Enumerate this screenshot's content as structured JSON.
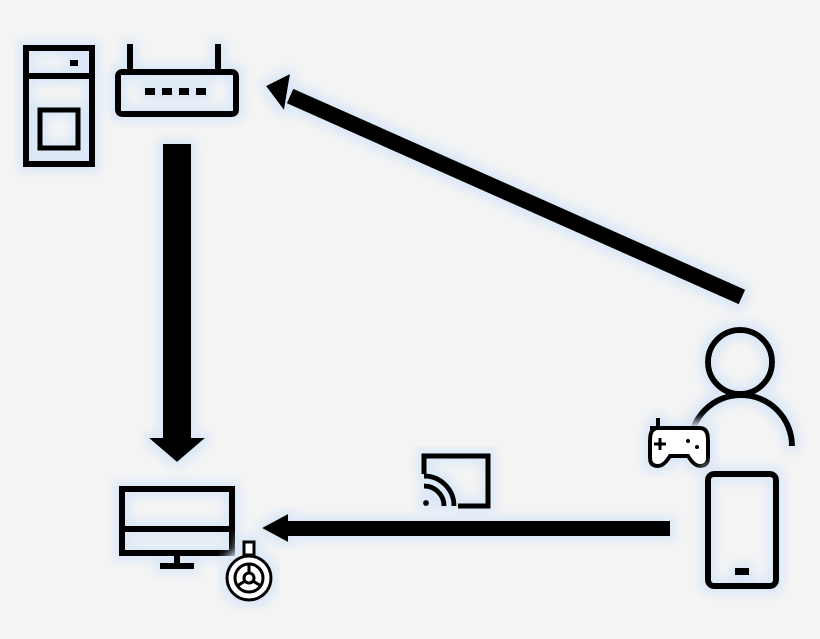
{
  "diagram": {
    "nodes": [
      {
        "id": "server",
        "icon": "server-tower-icon"
      },
      {
        "id": "router",
        "icon": "router-icon"
      },
      {
        "id": "user",
        "icon": "user-icon"
      },
      {
        "id": "gamepad",
        "icon": "gamepad-icon"
      },
      {
        "id": "phone",
        "icon": "smartphone-icon"
      },
      {
        "id": "monitor",
        "icon": "monitor-icon"
      },
      {
        "id": "chromecast",
        "icon": "chromecast-dongle-icon"
      }
    ],
    "edges": [
      {
        "from": "router",
        "to": "monitor"
      },
      {
        "from": "user",
        "to": "router"
      },
      {
        "from": "phone",
        "to": "monitor",
        "label_icon": "cast-icon"
      }
    ],
    "colors": {
      "background": "#f4f4f4",
      "stroke": "#000000",
      "halo": "#dbe8f7"
    }
  }
}
